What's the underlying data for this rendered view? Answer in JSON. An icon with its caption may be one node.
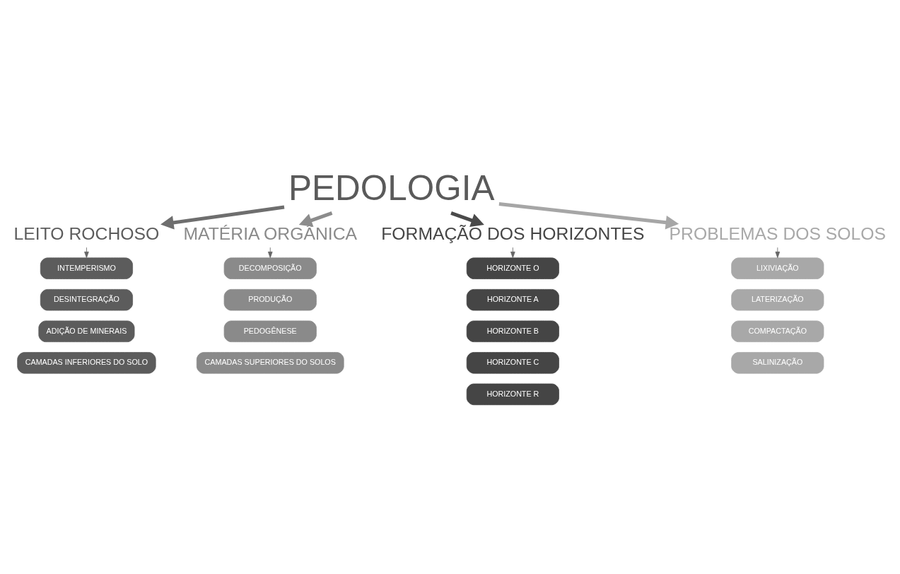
{
  "diagram": {
    "nodes": [
      {
        "text": [
          "PEDOLOGIA"
        ]
      },
      {
        "text": [
          "LEITO ROCHOSO"
        ]
      },
      {
        "text": [
          "INTEMPERISMO"
        ]
      },
      {
        "text": [
          "DESINTEGRAÇÃO"
        ]
      },
      {
        "text": [
          "ADIÇÃO DE MINERAIS"
        ]
      },
      {
        "text": [
          "CAMADAS INFERIORES DO SOLO"
        ]
      },
      {
        "text": [
          "MATÉRIA ORGÂNICA"
        ]
      },
      {
        "text": [
          "DECOMPOSIÇÃO"
        ]
      },
      {
        "text": [
          "PRODUÇÃO"
        ]
      },
      {
        "text": [
          "PEDOGÊNESE"
        ]
      },
      {
        "text": [
          "CAMADAS SUPERIORES DO SOLOS"
        ]
      },
      {
        "text": [
          "FORMAÇÃO DOS HORIZONTES"
        ]
      },
      {
        "text": [
          "HORIZONTE O"
        ]
      },
      {
        "text": [
          "HORIZONTE A"
        ]
      },
      {
        "text": [
          "HORIZONTE B"
        ]
      },
      {
        "text": [
          "HORIZONTE C"
        ]
      },
      {
        "text": [
          "HORIZONTE R"
        ]
      },
      {
        "text": [
          "PROBLEMAS DOS SOLOS"
        ]
      },
      {
        "text": [
          "LIXIVIAÇÃO"
        ]
      },
      {
        "text": [
          "LATERIZAÇÃO"
        ]
      },
      {
        "text": [
          "COMPACTAÇÃO"
        ]
      },
      {
        "text": [
          "SALINIZAÇÃO"
        ]
      }
    ],
    "edges": [
      {
        "from": 0,
        "to": 1,
        "arrow": "to",
        "style": "thick",
        "color": "#6e6e6e"
      },
      {
        "from": 0,
        "to": 6,
        "arrow": "to",
        "style": "thick",
        "color": "#8c8c8c"
      },
      {
        "from": 0,
        "to": 11,
        "arrow": "to",
        "style": "thick",
        "color": "#4a4a4a"
      },
      {
        "from": 0,
        "to": 17,
        "arrow": "to",
        "style": "thick",
        "color": "#a6a6a6"
      },
      {
        "from": 1,
        "to": 2,
        "arrow": "to"
      },
      {
        "from": 6,
        "to": 7,
        "arrow": "to"
      },
      {
        "from": 11,
        "to": 12,
        "arrow": "to"
      },
      {
        "from": 17,
        "to": 18,
        "arrow": "to"
      }
    ]
  }
}
